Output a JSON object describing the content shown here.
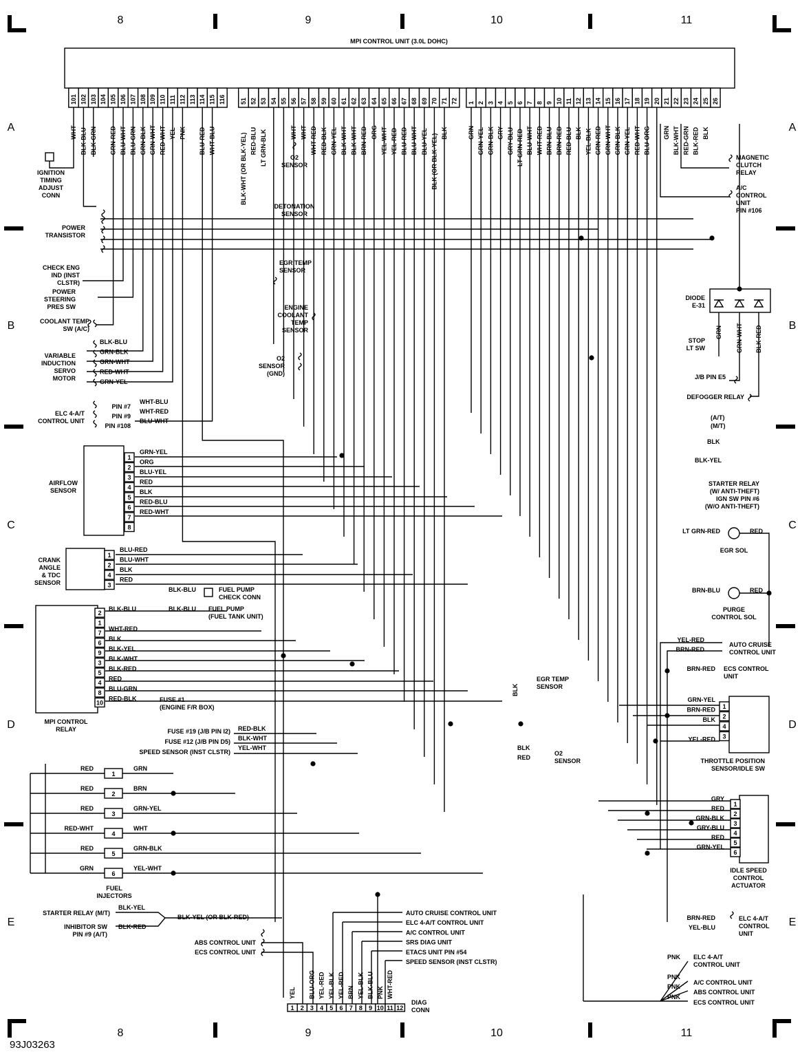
{
  "grid": {
    "columns_top": [
      "8",
      "9",
      "10",
      "11"
    ],
    "columns_bottom": [
      "8",
      "9",
      "10",
      "11"
    ],
    "rows_left": [
      "A",
      "B",
      "C",
      "D",
      "E"
    ],
    "rows_right": [
      "A",
      "B",
      "C",
      "D",
      "E"
    ]
  },
  "ecu": {
    "title": "MPI CONTROL UNIT (3.0L DOHC)",
    "pins_left": [
      "101",
      "102",
      "103",
      "104",
      "105",
      "106",
      "107",
      "108",
      "109",
      "110",
      "111",
      "112",
      "113",
      "114",
      "115",
      "116"
    ],
    "wires_left": [
      "WHT",
      "BLK-BLU",
      "BLK-GRN",
      "",
      "GRN-RED",
      "BLU-WHT",
      "BLU-GRN",
      "GRN-BLK",
      "GRN-WHT",
      "RED-WHT",
      "YEL",
      "PNK",
      "",
      "BLU-RED",
      "WHT-BLU",
      ""
    ],
    "pins_mid": [
      "51",
      "52",
      "53",
      "54",
      "55",
      "56",
      "57",
      "58",
      "59",
      "60",
      "61",
      "62",
      "63",
      "64",
      "65",
      "66",
      "67",
      "68",
      "69",
      "70",
      "71",
      "72"
    ],
    "wires_mid": [
      "BLK-WHT (OR BLK-YEL)",
      "RED-BLU",
      "LT GRN-BLK",
      "",
      "",
      "WHT",
      "WHT",
      "WHT-RED",
      "RED-BLK",
      "GRN-YEL",
      "BLK-WHT",
      "BLK-WHT",
      "BRN-RED",
      "ORG",
      "YEL-WHT",
      "YEL-RED",
      "BLU-RED",
      "BLU-WHT",
      "BLU-YEL",
      "BLK (OR BLK-YEL)",
      "BLK",
      ""
    ],
    "pins_right": [
      "1",
      "2",
      "3",
      "4",
      "5",
      "6",
      "7",
      "8",
      "9",
      "10",
      "11",
      "12",
      "13",
      "14",
      "15",
      "16",
      "17",
      "18",
      "19",
      "20",
      "21",
      "22",
      "23",
      "24",
      "25",
      "26"
    ],
    "wires_right": [
      "GRN",
      "GRN-YEL",
      "GRN-BLK",
      "GRY",
      "GRY-BLU",
      "LT GRN-RED",
      "BLU-WHT",
      "WHT-RED",
      "BRN-BLU",
      "BRN-RED",
      "RED-BLU",
      "BLK",
      "YEL-BLK",
      "GRN-RED",
      "GRN-WHT",
      "GRN-BLK",
      "GRN-YEL",
      "RED-WHT",
      "BLU-ORG",
      "",
      "GRN",
      "BLK-WHT",
      "RED-GRN",
      "BLK-RED",
      "BLK",
      ""
    ]
  },
  "labels": {
    "ign_timing": [
      "IGNITION",
      "TIMING",
      "ADJUST",
      "CONN"
    ],
    "o2_top": [
      "O2",
      "SENSOR"
    ],
    "detonation": [
      "DETONATION",
      "SENSOR"
    ],
    "mag_clutch": [
      "MAGNETIC",
      "CLUTCH",
      "RELAY"
    ],
    "ac_control": [
      "A/C",
      "CONTROL",
      "UNIT",
      "PIN #106"
    ],
    "power_transistor": [
      "POWER",
      "TRANSISTOR"
    ],
    "check_eng": [
      "CHECK ENG",
      "IND (INST",
      "CLSTR)"
    ],
    "egr_temp_top": [
      "EGR TEMP",
      "SENSOR"
    ],
    "ps_sw": [
      "POWER",
      "STEERING",
      "PRES SW"
    ],
    "eng_coolant": [
      "ENGINE",
      "COOLANT",
      "TEMP",
      "SENSOR"
    ],
    "diode": [
      "DIODE",
      "E-31"
    ],
    "coolant_ac": [
      "COOLANT TEMP",
      "SW (A/C)"
    ],
    "stop_lt": [
      "STOP",
      "LT SW"
    ],
    "diode_wires": [
      "GRN",
      "GRN-WHT",
      "BLK-RED"
    ],
    "vis_motor": [
      "VARIABLE",
      "INDUCTION",
      "SERVO",
      "MOTOR"
    ],
    "vis_wires": [
      "BLK-BLU",
      "GRN-BLK",
      "GRN-WHT",
      "RED-WHT",
      "GRN-YEL"
    ],
    "o2_gnd": [
      "O2",
      "SENSOR",
      "(GND)"
    ],
    "jb_e5": "J/B PIN E5",
    "elc_ctrl": [
      "ELC 4-A/T",
      "CONTROL UNIT"
    ],
    "elc_pins": [
      "PIN #7",
      "PIN #9",
      "PIN #108"
    ],
    "elc_wires": [
      "WHT-BLU",
      "WHT-RED",
      "BLU-WHT"
    ],
    "defogger": "DEFOGGER RELAY",
    "at_mt": [
      "(A/T)",
      "(M/T)"
    ],
    "blk": "BLK",
    "blk_yel": "BLK-YEL",
    "airflow": [
      "AIRFLOW",
      "SENSOR"
    ],
    "airflow_wires": [
      "GRN-YEL",
      "ORG",
      "BLU-YEL",
      "RED",
      "BLK",
      "RED-BLU",
      "RED-WHT",
      ""
    ],
    "airflow_pins": [
      "1",
      "2",
      "3",
      "4",
      "5",
      "6",
      "7",
      "8"
    ],
    "starter_relay": [
      "STARTER RELAY",
      "(W/ ANTI-THEFT)",
      "IGN SW PIN #6",
      "(W/O ANTI-THEFT)"
    ],
    "egr_sol_wires": [
      "LT GRN-RED",
      "RED"
    ],
    "egr_sol": "EGR SOL",
    "crank": [
      "CRANK",
      "ANGLE",
      "& TDC",
      "SENSOR"
    ],
    "crank_wires": [
      "BLU-RED",
      "BLU-WHT",
      "BLK",
      "RED"
    ],
    "crank_pins": [
      "1",
      "2",
      "4",
      "3"
    ],
    "fuel_pump_check": [
      "FUEL PUMP",
      "CHECK CONN"
    ],
    "fuel_pump_tank": [
      "FUEL PUMP",
      "(FUEL TANK UNIT)"
    ],
    "blk_blu": "BLK-BLU",
    "purge_wires": [
      "BRN-BLU",
      "RED"
    ],
    "purge_sol": [
      "PURGE",
      "CONTROL SOL"
    ],
    "mpi_relay_wires": [
      "BLK-BLU",
      "",
      "WHT-RED",
      "BLK",
      "BLK-YEL",
      "BLK-WHT",
      "BLK-RED",
      "RED",
      "BLU-GRN",
      "RED-BLK"
    ],
    "mpi_relay_pins": [
      "2",
      "1",
      "7",
      "6",
      "9",
      "3",
      "5",
      "4",
      "8",
      "10"
    ],
    "auto_cruise_wires": [
      "YEL-RED",
      "BRN-RED"
    ],
    "auto_cruise": [
      "AUTO CRUISE",
      "CONTROL UNIT"
    ],
    "ecs_wire": "BRN-RED",
    "ecs_ctrl": [
      "ECS CONTROL",
      "UNIT"
    ],
    "egr_temp_bottom": [
      "EGR TEMP",
      "SENSOR"
    ],
    "fuse1": [
      "FUSE #1",
      "(ENGINE F/R BOX)"
    ],
    "mpi_relay": [
      "MPI CONTROL",
      "RELAY"
    ],
    "tps_wires": [
      "GRN-YEL",
      "BRN-RED",
      "BLK",
      "YEL-RED"
    ],
    "tps_pins": [
      "1",
      "2",
      "4",
      "3"
    ],
    "fuse19": "FUSE #19 (J/B PIN I2)",
    "fuse12": "FUSE #12 (J/B PIN D5)",
    "speed_sensor": "SPEED SENSOR (INST CLSTR)",
    "fuse_wires": [
      "RED-BLK",
      "BLK-WHT",
      "YEL-WHT"
    ],
    "o2_bottom": [
      "O2",
      "SENSOR"
    ],
    "o2_bottom_wires": [
      "BLK",
      "RED"
    ],
    "tps": [
      "THROTTLE POSITION",
      "SENSOR/IDLE SW"
    ],
    "injector_left": [
      "RED",
      "RED",
      "RED",
      "RED-WHT",
      "RED",
      "GRN"
    ],
    "injector_right": [
      "GRN",
      "BRN",
      "GRN-YEL",
      "WHT",
      "GRN-BLK",
      "YEL-WHT"
    ],
    "injector_nums": [
      "1",
      "2",
      "3",
      "4",
      "5",
      "6"
    ],
    "fuel_injectors": [
      "FUEL",
      "INJECTORS"
    ],
    "isc_wires": [
      "GRY",
      "RED",
      "GRN-BLK",
      "GRY-BLU",
      "RED",
      "GRN-YEL"
    ],
    "isc_pins": [
      "1",
      "2",
      "3",
      "4",
      "5",
      "6"
    ],
    "isc": [
      "IDLE SPEED",
      "CONTROL",
      "ACTUATOR"
    ],
    "starter_mt": "STARTER RELAY (M/T)",
    "inhibitor": [
      "INHIBITOR SW",
      "PIN #9 (A/T)"
    ],
    "starter_wires": [
      "BLK-YEL",
      "BLK-RED"
    ],
    "blk_yel_or": "BLK-YEL (OR BLK-RED)",
    "diag_right": [
      "AUTO CRUISE CONTROL UNIT",
      "ELC 4-A/T CONTROL UNIT",
      "A/C CONTROL UNIT",
      "SRS DIAG UNIT",
      "ETACS UNIT PIN #54",
      "SPEED SENSOR (INST CLSTR)"
    ],
    "elc_bottom_wires": [
      "BRN-RED",
      "YEL-BLU"
    ],
    "elc_bottom": [
      "ELC 4-A/T",
      "CONTROL",
      "UNIT"
    ],
    "abs_ctrl": "ABS CONTROL UNIT",
    "ecs_ctrl2": "ECS CONTROL UNIT",
    "pnk_labels": [
      "PNK",
      "PNK",
      "PNK",
      "PNK"
    ],
    "pnk_right": [
      "ELC 4-A/T",
      "CONTROL UNIT",
      "A/C CONTROL UNIT",
      "ABS CONTROL UNIT",
      "ECS CONTROL UNIT"
    ],
    "diag_wires": [
      "YEL",
      "",
      "BLU-ORG",
      "YEL-RED",
      "YEL-BLK",
      "YEL-RED",
      "BRN",
      "YEL-BLK",
      "BLK-BLU",
      "PNK",
      "WHT-RED",
      ""
    ],
    "diag_pins": [
      "1",
      "2",
      "3",
      "4",
      "5",
      "6",
      "7",
      "8",
      "9",
      "10",
      "11",
      "12"
    ],
    "diag_conn": [
      "DIAG",
      "CONN"
    ],
    "ref": "93J03263"
  }
}
